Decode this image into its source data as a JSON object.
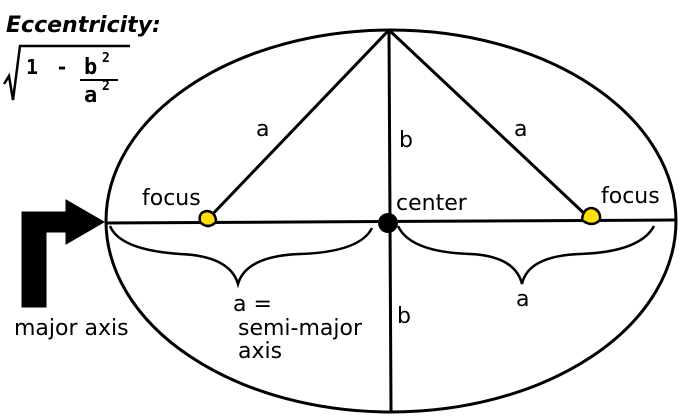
{
  "formula": {
    "title": "Eccentricity:",
    "one": "1",
    "minus": "-",
    "numerator": "b",
    "denominator": "a",
    "exponent_num": "2",
    "exponent_den": "2"
  },
  "labels": {
    "a_left": "a",
    "a_right": "a",
    "b_top": "b",
    "b_bottom": "b",
    "focus_left": "focus",
    "focus_right": "focus",
    "center": "center",
    "a_equals": "a =",
    "semi_major": "semi-major",
    "axis": "axis",
    "a_brace_right": "a",
    "major_axis": "major axis"
  },
  "colors": {
    "focus": "#ffe000",
    "stroke": "#000000",
    "background": "#ffffff"
  }
}
